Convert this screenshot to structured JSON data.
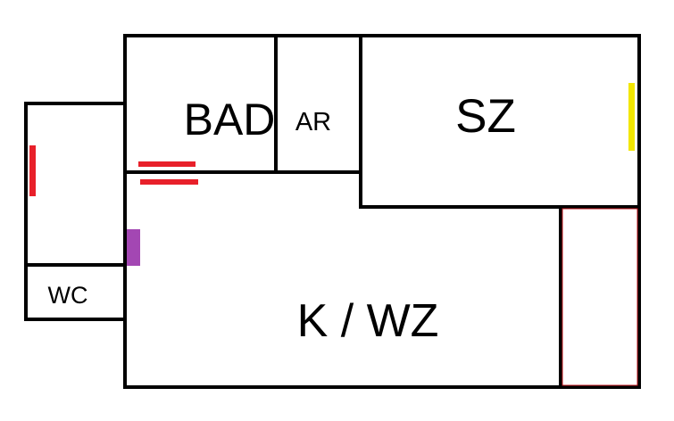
{
  "rooms": {
    "bad": "BAD",
    "ar": "AR",
    "sz": "SZ",
    "wc": "WC",
    "kwz": "K / WZ"
  },
  "colors": {
    "wall": "#000000",
    "red_marker": "#e8202a",
    "yellow_marker": "#f2e600",
    "purple_marker": "#a347b3",
    "balcony_outline": "#c0141c"
  }
}
